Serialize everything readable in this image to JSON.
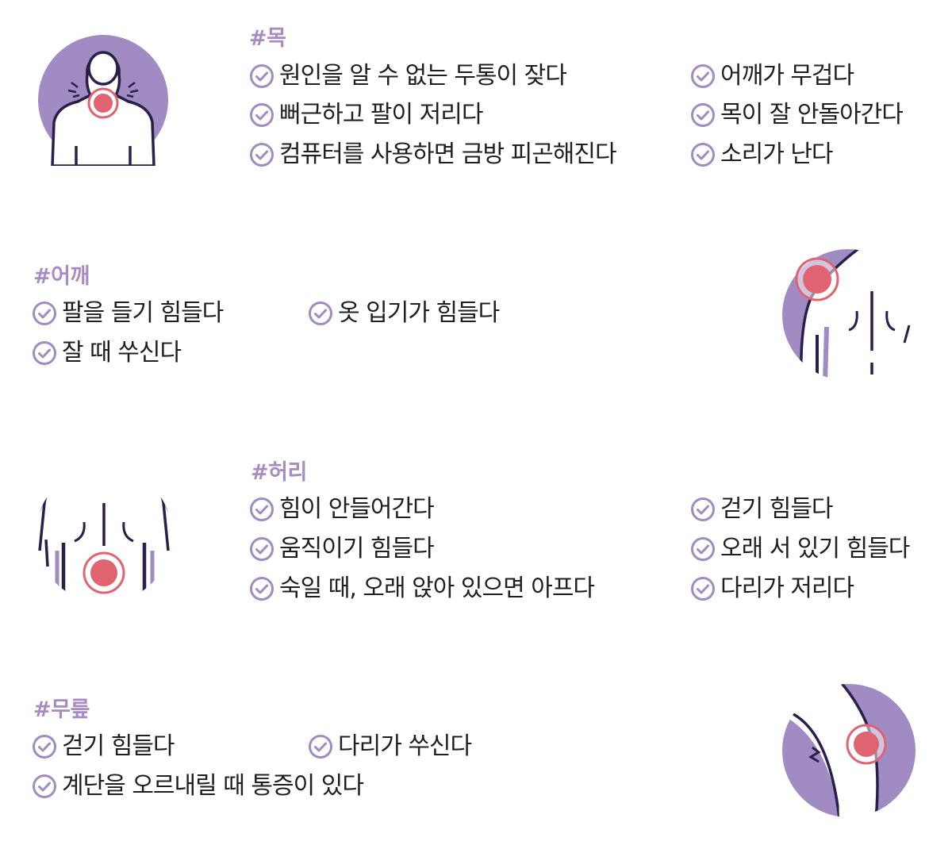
{
  "colors": {
    "accent": "#a08bc3",
    "accent_dark": "#2a1f4a",
    "pain_red": "#e06470",
    "text": "#1f1f1f"
  },
  "neck": {
    "tag": "#목",
    "items": [
      "원인을 알 수 없는 두통이 잦다",
      "어깨가 무겁다",
      "뻐근하고 팔이 저리다",
      "목이 잘 안돌아간다",
      "컴퓨터를 사용하면 금방 피곤해진다",
      "소리가 난다"
    ]
  },
  "shoulder": {
    "tag": "#어깨",
    "items": [
      "팔을 들기 힘들다",
      "옷 입기가 힘들다",
      "잘 때 쑤신다"
    ]
  },
  "waist": {
    "tag": "#허리",
    "items": [
      "힘이 안들어간다",
      "걷기 힘들다",
      "움직이기 힘들다",
      "오래 서 있기 힘들다",
      "숙일 때, 오래 앉아 있으면 아프다",
      "다리가 저리다"
    ]
  },
  "knee": {
    "tag": "#무릎",
    "items": [
      "걷기 힘들다",
      "다리가 쑤신다",
      "계단을 오르내릴 때 통증이 있다"
    ]
  },
  "icons": {
    "check": "check-circle-icon"
  }
}
